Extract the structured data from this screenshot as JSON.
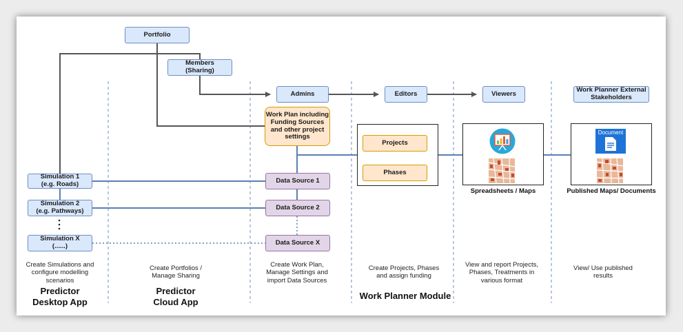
{
  "nodes": {
    "portfolio": "Portfolio",
    "members": "Members\n(Sharing)",
    "admins": "Admins",
    "editors": "Editors",
    "viewers": "Viewers",
    "external": "Work Planner External\nStakeholders",
    "work_plan": "Work Plan including\nFunding Sources\nand other project\nsettings",
    "projects": "Projects",
    "phases": "Phases",
    "simulation_1": "Simulation 1\n(e.g. Roads)",
    "simulation_2": "Simulation 2\n(e.g. Pathways)",
    "simulation_x": "Simulation X\n(......)",
    "ellipsis": ":",
    "data_source_1": "Data Source 1",
    "data_source_2": "Data Source 2",
    "data_source_x": "Data Source X"
  },
  "labels": {
    "spreadsheets_maps": "Spreadsheets / Maps",
    "published": "Published Maps/ Documents",
    "document_icon_text": "Document"
  },
  "captions": {
    "col1": "Create Simulations and\nconfigure modelling\nscenarios",
    "col2": "Create Portfolios /\nManage Sharing",
    "col3": "Create Work Plan,\nManage Settings and\nimport Data Sources",
    "col4": "Create Projects, Phases\nand assign funding",
    "col5": "View and report Projects,\nPhases, Treatments in\nvarious format",
    "col6": "View/ Use published\nresults"
  },
  "apps": {
    "desktop": "Predictor\nDesktop App",
    "cloud": "Predictor\nCloud App",
    "module": "Work Planner Module"
  },
  "colors": {
    "blue_fill": "#dae8fc",
    "purple_fill": "#e1d5e7",
    "orange_fill": "#ffe6cc",
    "line_blue": "#5b7fb3",
    "line_gray": "#555555"
  }
}
